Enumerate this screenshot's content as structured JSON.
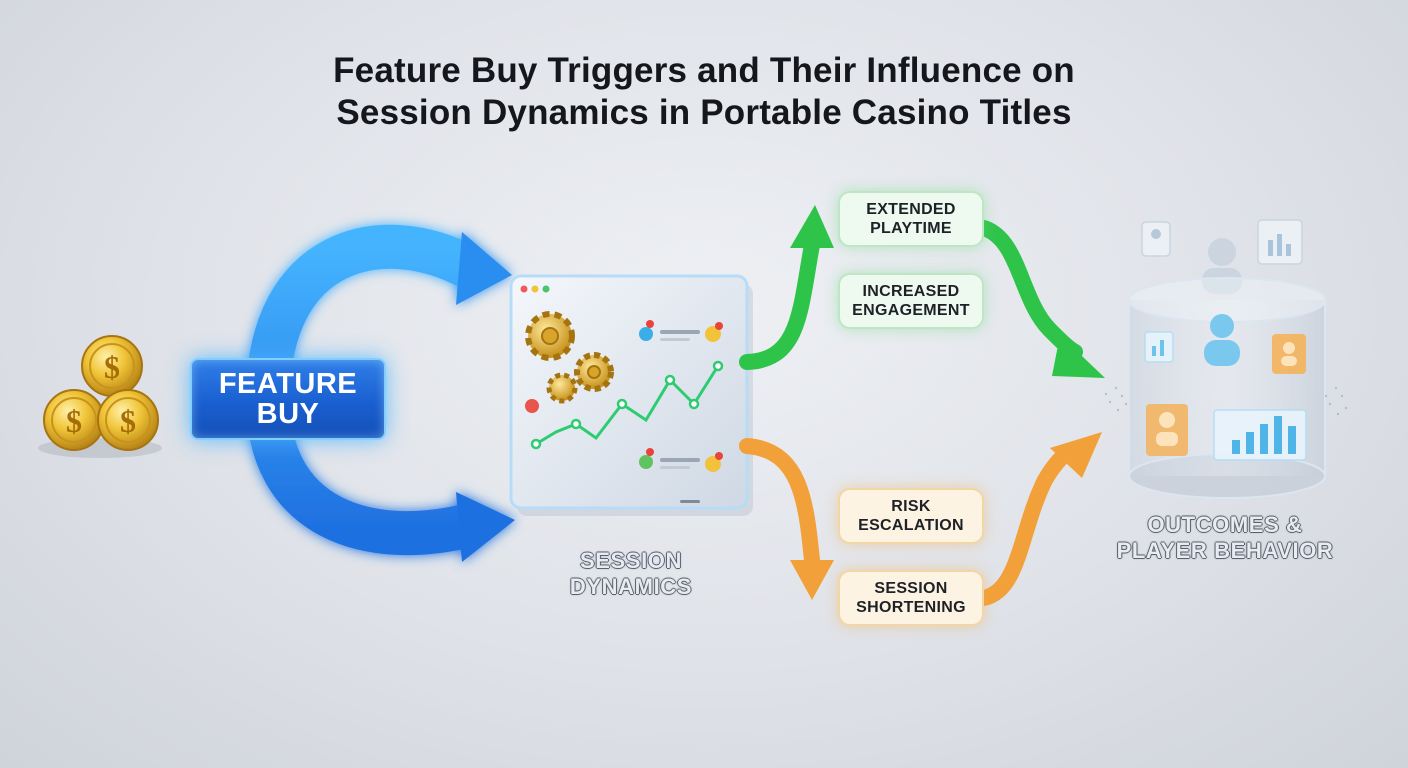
{
  "title": {
    "line1": "Feature Buy Triggers and Their Influence on",
    "line2": "Session Dynamics in Portable Casino Titles"
  },
  "feature_buy": {
    "line1": "FEATURE",
    "line2": "BUY"
  },
  "session_dynamics": {
    "line1": "SESSION",
    "line2": "DYNAMICS"
  },
  "positive_effects": [
    {
      "line1": "EXTENDED",
      "line2": "PLAYTIME"
    },
    {
      "line1": "INCREASED",
      "line2": "ENGAGEMENT"
    }
  ],
  "negative_effects": [
    {
      "line1": "RISK",
      "line2": "ESCALATION"
    },
    {
      "line1": "SESSION",
      "line2": "SHORTENING"
    }
  ],
  "outcomes": {
    "line1": "OUTCOMES &",
    "line2": "PLAYER BEHAVIOR"
  },
  "icons": {
    "coins": "dollar-coins-icon",
    "dashboard": "session-dashboard-icon",
    "gears": "gear-icon",
    "outcomes": "player-analytics-cylinder-icon"
  },
  "colors": {
    "feature_buy_blue": "#1a5fd0",
    "cycle_arrow_blue": "#2a8ef0",
    "positive_green": "#2ec44a",
    "negative_orange": "#f2a03a",
    "coin_gold": "#e6b422"
  }
}
